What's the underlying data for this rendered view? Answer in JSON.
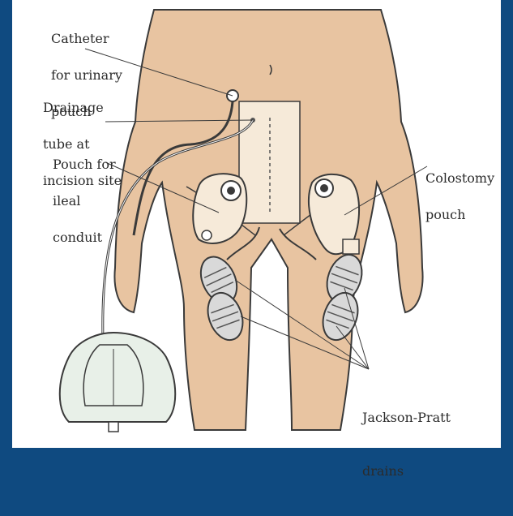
{
  "colors": {
    "frame": "#0f4a80",
    "skin": "#e8c4a1",
    "outline": "#3a3a3a",
    "dressing": "#f6ead9"
  },
  "labels": {
    "catheter": [
      "Catheter",
      "for urinary",
      "pouch"
    ],
    "drainage": [
      "Drainage",
      "tube at",
      "incision site"
    ],
    "ileal": [
      "Pouch for",
      "ileal",
      "conduit"
    ],
    "colostomy": [
      "Colostomy",
      "pouch"
    ],
    "jp": [
      "Jackson-Pratt",
      "drains"
    ]
  }
}
